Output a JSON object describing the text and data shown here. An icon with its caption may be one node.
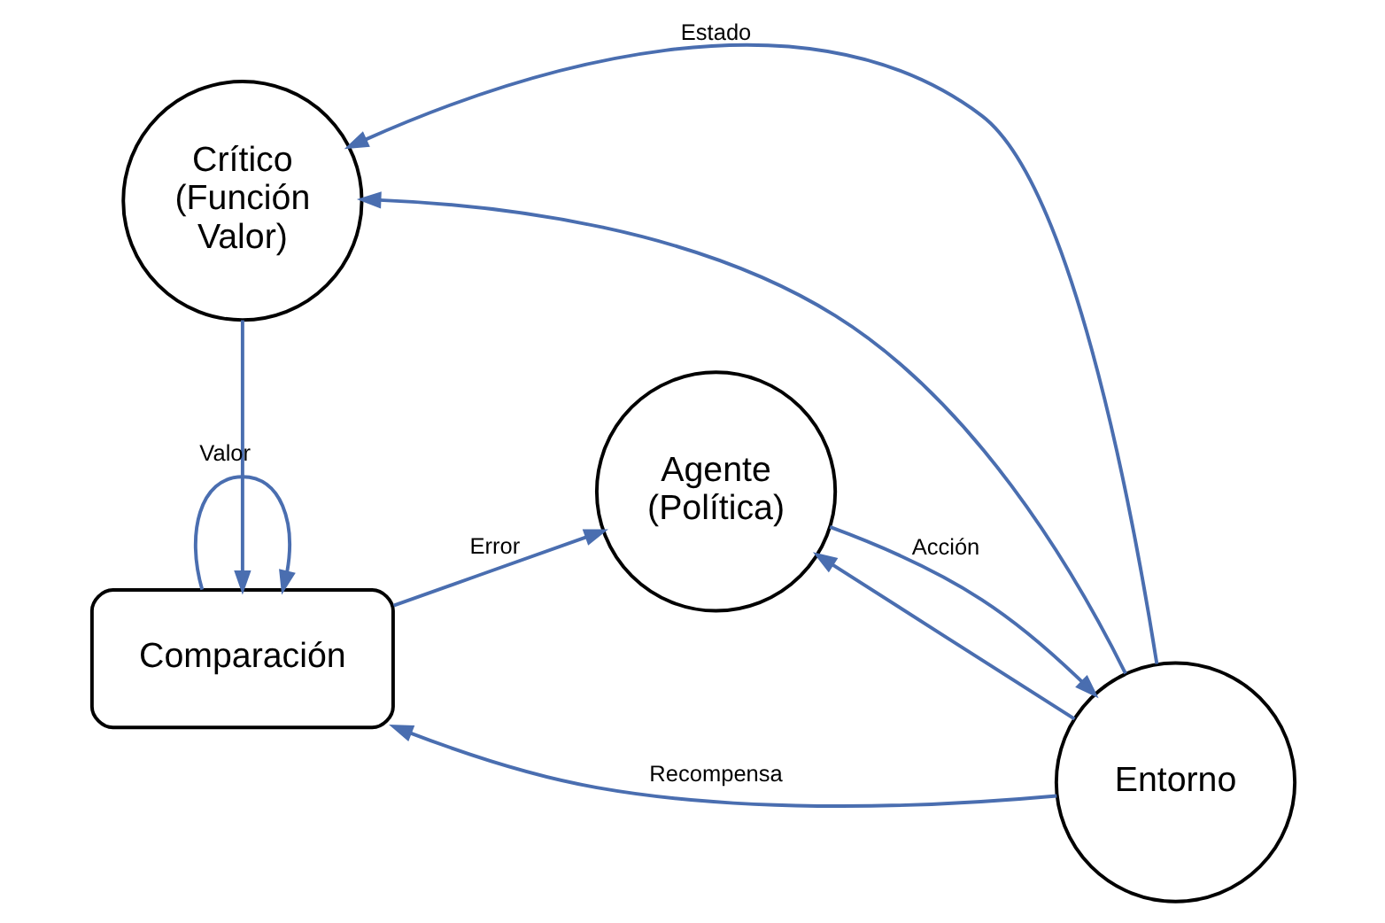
{
  "diagram": {
    "nodes": [
      {
        "text": [
          "Crítico (Función Valor)"
        ]
      },
      {
        "text": [
          "Agente (Política)"
        ]
      },
      {
        "text": [
          "Comparación"
        ]
      },
      {
        "text": [
          "Entorno"
        ]
      }
    ],
    "edges": [
      {
        "from": 3,
        "to": 0,
        "arrow": "to",
        "label": "Estado"
      },
      {
        "from": 3,
        "to": 1,
        "arrow": "to"
      },
      {
        "from": 0,
        "to": 2,
        "arrow": "to",
        "label": "Valor"
      },
      {
        "from": 2,
        "to": 1,
        "arrow": "to",
        "label": "Error"
      },
      {
        "from": 2,
        "to": 2,
        "arrow": "to"
      },
      {
        "from": 3,
        "to": 2,
        "arrow": "to",
        "label": "Recompensa"
      },
      {
        "from": 3,
        "to": 0,
        "arrow": "to"
      },
      {
        "from": 1,
        "to": 3,
        "arrow": "to",
        "label": "Acción"
      }
    ]
  }
}
